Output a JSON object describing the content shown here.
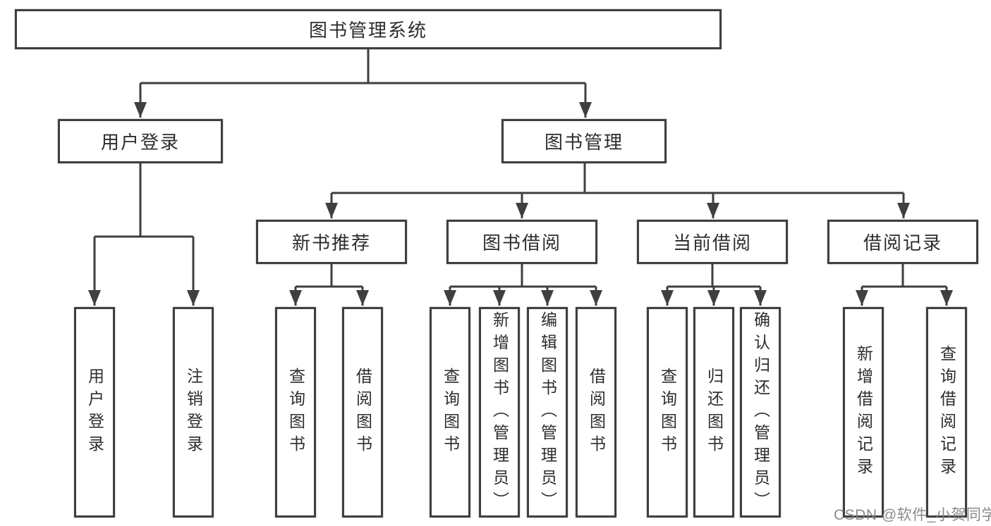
{
  "diagram": {
    "root": {
      "label": "图书管理系统"
    },
    "branches": [
      {
        "label": "用户登录",
        "leaves": [
          "用户登录",
          "注销登录"
        ]
      },
      {
        "label": "图书管理",
        "groups": [
          {
            "label": "新书推荐",
            "leaves": [
              "查询图书",
              "借阅图书"
            ]
          },
          {
            "label": "图书借阅",
            "leaves": [
              "查询图书",
              "新增图书（管理员）",
              "编辑图书（管理员）",
              "借阅图书"
            ]
          },
          {
            "label": "当前借阅",
            "leaves": [
              "查询图书",
              "归还图书",
              "确认归还（管理员）"
            ]
          },
          {
            "label": "借阅记录",
            "leaves": [
              "新增借阅记录",
              "查询借阅记录"
            ]
          }
        ]
      }
    ]
  },
  "watermark": {
    "text": "CSDN @软件_小贺同学"
  },
  "colors": {
    "line": "#3f3f3f",
    "text": "#2d2d2d",
    "watermark": "#808080",
    "background": "#ffffff"
  }
}
